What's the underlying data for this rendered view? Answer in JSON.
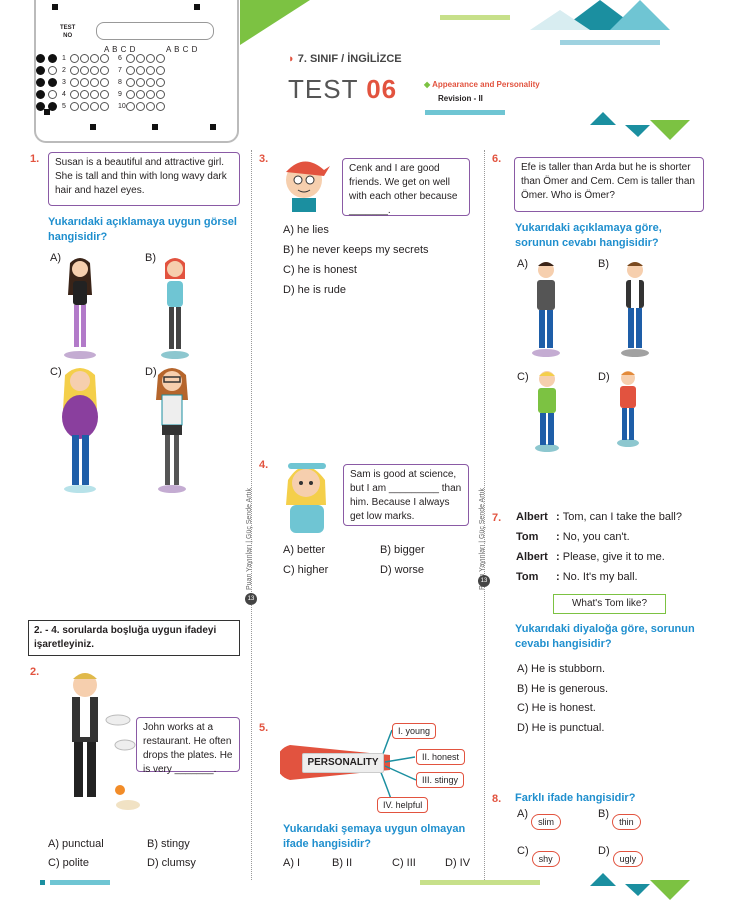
{
  "header": {
    "answer_sheet": {
      "test_no_label": "TEST\nNO",
      "col_letters_left": "A B C D",
      "col_letters_right": "A B C D",
      "rows_left": [
        "1",
        "2",
        "3",
        "4",
        "5"
      ],
      "rows_right": [
        "6",
        "7",
        "8",
        "9",
        "10"
      ]
    },
    "grade_subject": "7. SINIF / İNGİLİZCE",
    "test_label": "TEST",
    "test_number": "06",
    "unit_title": "Appearance and Personality",
    "unit_subtitle": "Revision - II"
  },
  "colors": {
    "accent_red": "#e2533f",
    "question_blue": "#1f8fce",
    "box_purple": "#8a5aa5",
    "green": "#7cc242",
    "teal": "#1b8fa0"
  },
  "side_text": "Puan Yayınları | Güç Sende Artık",
  "page_marker": "13",
  "q1": {
    "num": "1.",
    "passage": "Susan is a beautiful and attractive girl. She is tall and thin with long wavy dark hair and hazel eyes.",
    "question": "Yukarıdaki açıklamaya uygun görsel hangisidir?",
    "options": [
      "A)",
      "B)",
      "C)",
      "D)"
    ]
  },
  "instruction": "2. - 4. sorularda boşluğa uygun ifadeyi işaretleyiniz.",
  "q2": {
    "num": "2.",
    "bubble": "John works at a restaurant. He often drops the plates. He is very _______.",
    "options": [
      "A) punctual",
      "B) stingy",
      "C) polite",
      "D) clumsy"
    ]
  },
  "q3": {
    "num": "3.",
    "bubble": "Cenk and I are good friends. We get on well with each other because _______.",
    "options": [
      "A) he lies",
      "B) he never keeps my secrets",
      "C) he is honest",
      "D) he is rude"
    ]
  },
  "q4": {
    "num": "4.",
    "bubble": "Sam is good at science, but I am _________ than him. Because I always get low marks.",
    "options": [
      "A) better",
      "B) bigger",
      "C) higher",
      "D) worse"
    ]
  },
  "q5": {
    "num": "5.",
    "center": "PERSONALITY",
    "nodes": [
      "I. young",
      "II. honest",
      "III. stingy",
      "IV. helpful"
    ],
    "question": "Yukarıdaki şemaya uygun olmayan ifade hangisidir?",
    "options": [
      "A) I",
      "B) II",
      "C) III",
      "D) IV"
    ]
  },
  "q6": {
    "num": "6.",
    "passage": "Efe is taller than Arda but he is shorter than Ömer and Cem. Cem is taller than Ömer. Who is Ömer?",
    "question": "Yukarıdaki açıklamaya göre, sorunun cevabı hangisidir?",
    "options": [
      "A)",
      "B)",
      "C)",
      "D)"
    ]
  },
  "q7": {
    "num": "7.",
    "dialogue": [
      {
        "speaker": "Albert",
        "line": "Tom, can I take the ball?"
      },
      {
        "speaker": "Tom",
        "line": "No, you can't."
      },
      {
        "speaker": "Albert",
        "line": "Please, give it to me."
      },
      {
        "speaker": "Tom",
        "line": "No. It's my ball."
      }
    ],
    "prompt": "What's Tom like?",
    "question": "Yukarıdaki diyaloğa göre, sorunun cevabı hangisidir?",
    "options": [
      "A) He is stubborn.",
      "B) He is generous.",
      "C) He is honest.",
      "D) He is punctual."
    ]
  },
  "q8": {
    "num": "8.",
    "question": "Farklı ifade hangisidir?",
    "options": [
      {
        "letter": "A)",
        "word": "slim"
      },
      {
        "letter": "B)",
        "word": "thin"
      },
      {
        "letter": "C)",
        "word": "shy"
      },
      {
        "letter": "D)",
        "word": "ugly"
      }
    ]
  }
}
